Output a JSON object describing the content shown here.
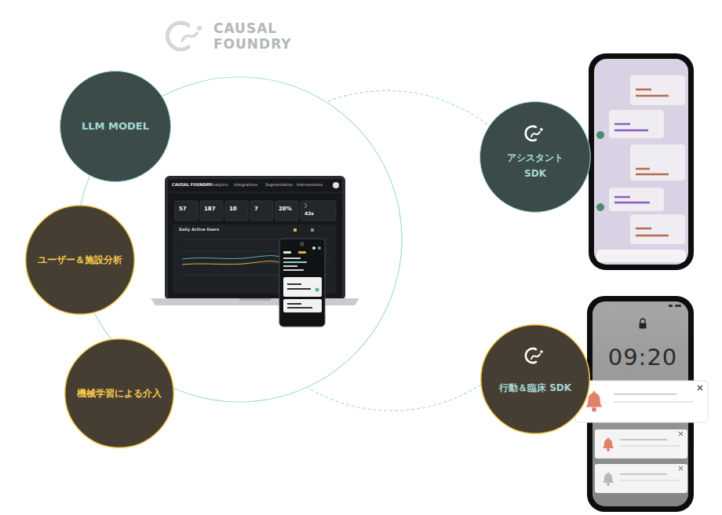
{
  "diagram": {
    "nodes": [
      {
        "text": [
          "LLM MODEL"
        ]
      },
      {
        "text": [
          "アシスタント SDK"
        ]
      },
      {
        "text": [
          "ユーザー＆施設分析"
        ]
      },
      {
        "text": [
          "行動＆臨床 SDK"
        ]
      },
      {
        "text": [
          "機械学習による介入"
        ]
      }
    ],
    "labels": [
      "CAUSAL FOUNDRY",
      "CAUSAL FOUNDRY",
      "Analytics",
      "Integrations",
      "Segmentation",
      "Interventions",
      "57",
      "187",
      "10",
      "7",
      "20%",
      "42s",
      "Daily Active Users",
      "09:20"
    ]
  }
}
